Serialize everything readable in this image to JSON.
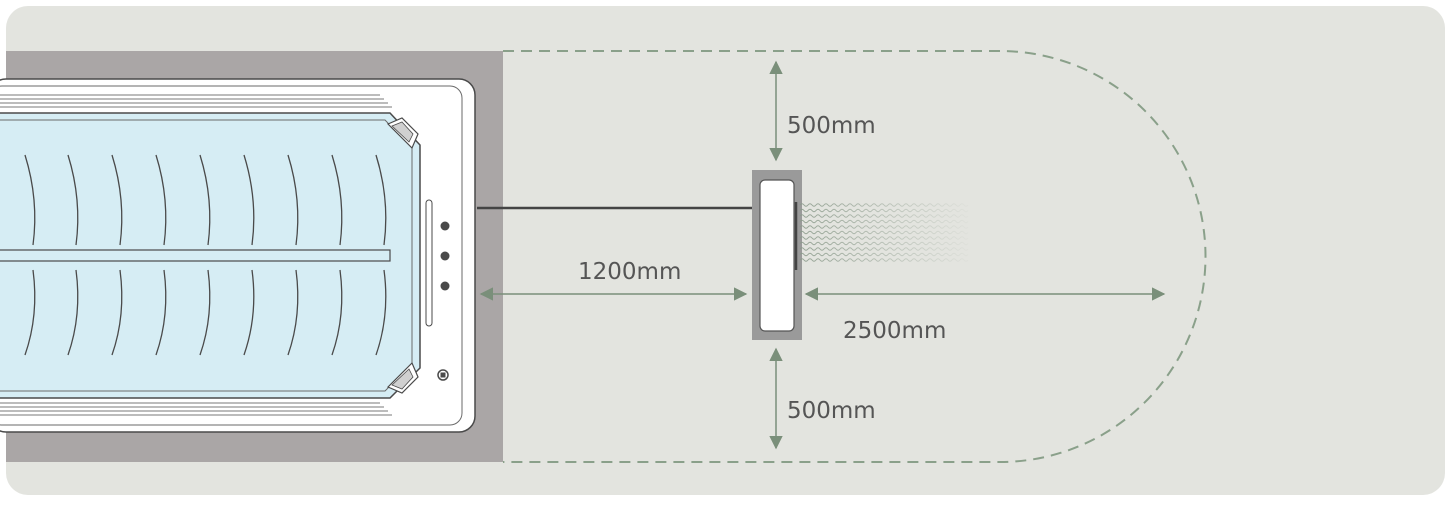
{
  "colors": {
    "background_panel": "#e3e4df",
    "wall_gray": "#aaa6a6",
    "pool_rim": "#ffffff",
    "pool_outline": "#4a4a4a",
    "water": "#d6edf4",
    "dimension_green": "#7a8f7a",
    "heater_border": "#9a9a9a",
    "heater_body": "#ffffff",
    "text": "#555555",
    "cable": "#444444"
  },
  "labels": {
    "top_clearance": "500mm",
    "bottom_clearance": "500mm",
    "pool_distance": "1200mm",
    "heat_reach": "2500mm"
  },
  "icons": {
    "control_buttons": "round-button-icon",
    "drain": "drain-icon",
    "heat_waves": "heat-wave-icon"
  }
}
